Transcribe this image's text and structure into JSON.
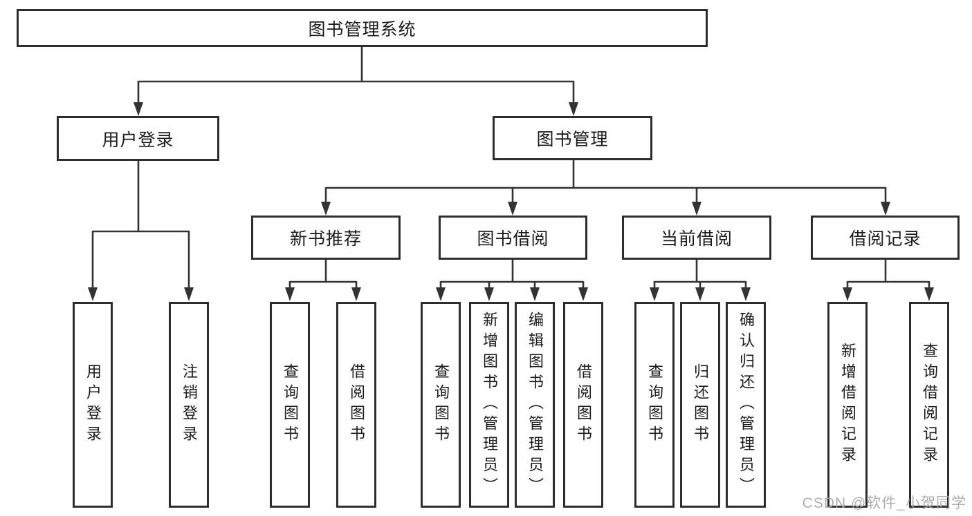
{
  "nodes": {
    "root": {
      "label": "图书管理系统"
    },
    "user_login": {
      "label": "用户登录",
      "parent": "root"
    },
    "book_mgmt": {
      "label": "图书管理",
      "parent": "root"
    },
    "v_user_login": {
      "label": "用户登录",
      "parent": "user_login"
    },
    "v_logout": {
      "label": "注销登录",
      "parent": "user_login"
    },
    "new_book_rec": {
      "label": "新书推荐",
      "parent": "book_mgmt"
    },
    "book_borrow": {
      "label": "图书借阅",
      "parent": "book_mgmt"
    },
    "current_borrow": {
      "label": "当前借阅",
      "parent": "book_mgmt"
    },
    "borrow_record": {
      "label": "借阅记录",
      "parent": "book_mgmt"
    },
    "v_query_books_1": {
      "label": "查询图书",
      "parent": "new_book_rec"
    },
    "v_borrow_books_1": {
      "label": "借阅图书",
      "parent": "new_book_rec"
    },
    "v_query_books_2": {
      "label": "查询图书",
      "parent": "book_borrow"
    },
    "v_add_books": {
      "label": "新增图书（管理员）",
      "parent": "book_borrow"
    },
    "v_edit_books": {
      "label": "编辑图书（管理员）",
      "parent": "book_borrow"
    },
    "v_borrow_books_2": {
      "label": "借阅图书",
      "parent": "book_borrow"
    },
    "v_query_books_3": {
      "label": "查询图书",
      "parent": "current_borrow"
    },
    "v_return_books": {
      "label": "归还图书",
      "parent": "current_borrow"
    },
    "v_confirm_return": {
      "label": "确认归还（管理员）",
      "parent": "current_borrow"
    },
    "v_add_borrow_record": {
      "label": "新增借阅记录",
      "parent": "borrow_record"
    },
    "v_query_borrow_record": {
      "label": "查询借阅记录",
      "parent": "borrow_record"
    }
  },
  "watermark": {
    "text": "CSDN @软件_小贺同学"
  },
  "colors": {
    "background": "#ffffff",
    "box_border": "#2d2d2d",
    "connector": "#333333",
    "text": "#1c1c1c",
    "watermark": "#a8a8a8"
  }
}
